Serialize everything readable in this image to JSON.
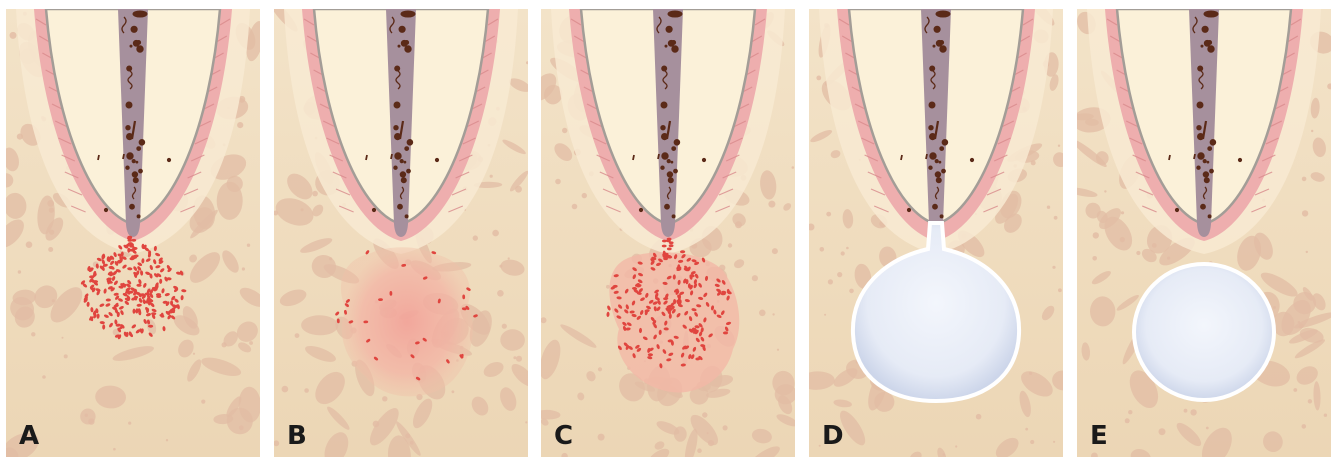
{
  "figure": {
    "panels": [
      {
        "label": "A",
        "stage": "cell-infiltrate"
      },
      {
        "label": "B",
        "stage": "diffuse-inflammation"
      },
      {
        "label": "C",
        "stage": "granuloma"
      },
      {
        "label": "D",
        "stage": "cyst-connected-to-canal"
      },
      {
        "label": "E",
        "stage": "isolated-cyst"
      }
    ],
    "colors": {
      "bone": "#f0dcbe",
      "trabecula": "#e2bca4",
      "dentin": "#fbf1d9",
      "pulp_canal": "#a6909d",
      "ligament": "#eeaeae",
      "cell": "#e0453f",
      "cyst": "#eef1f8"
    }
  }
}
